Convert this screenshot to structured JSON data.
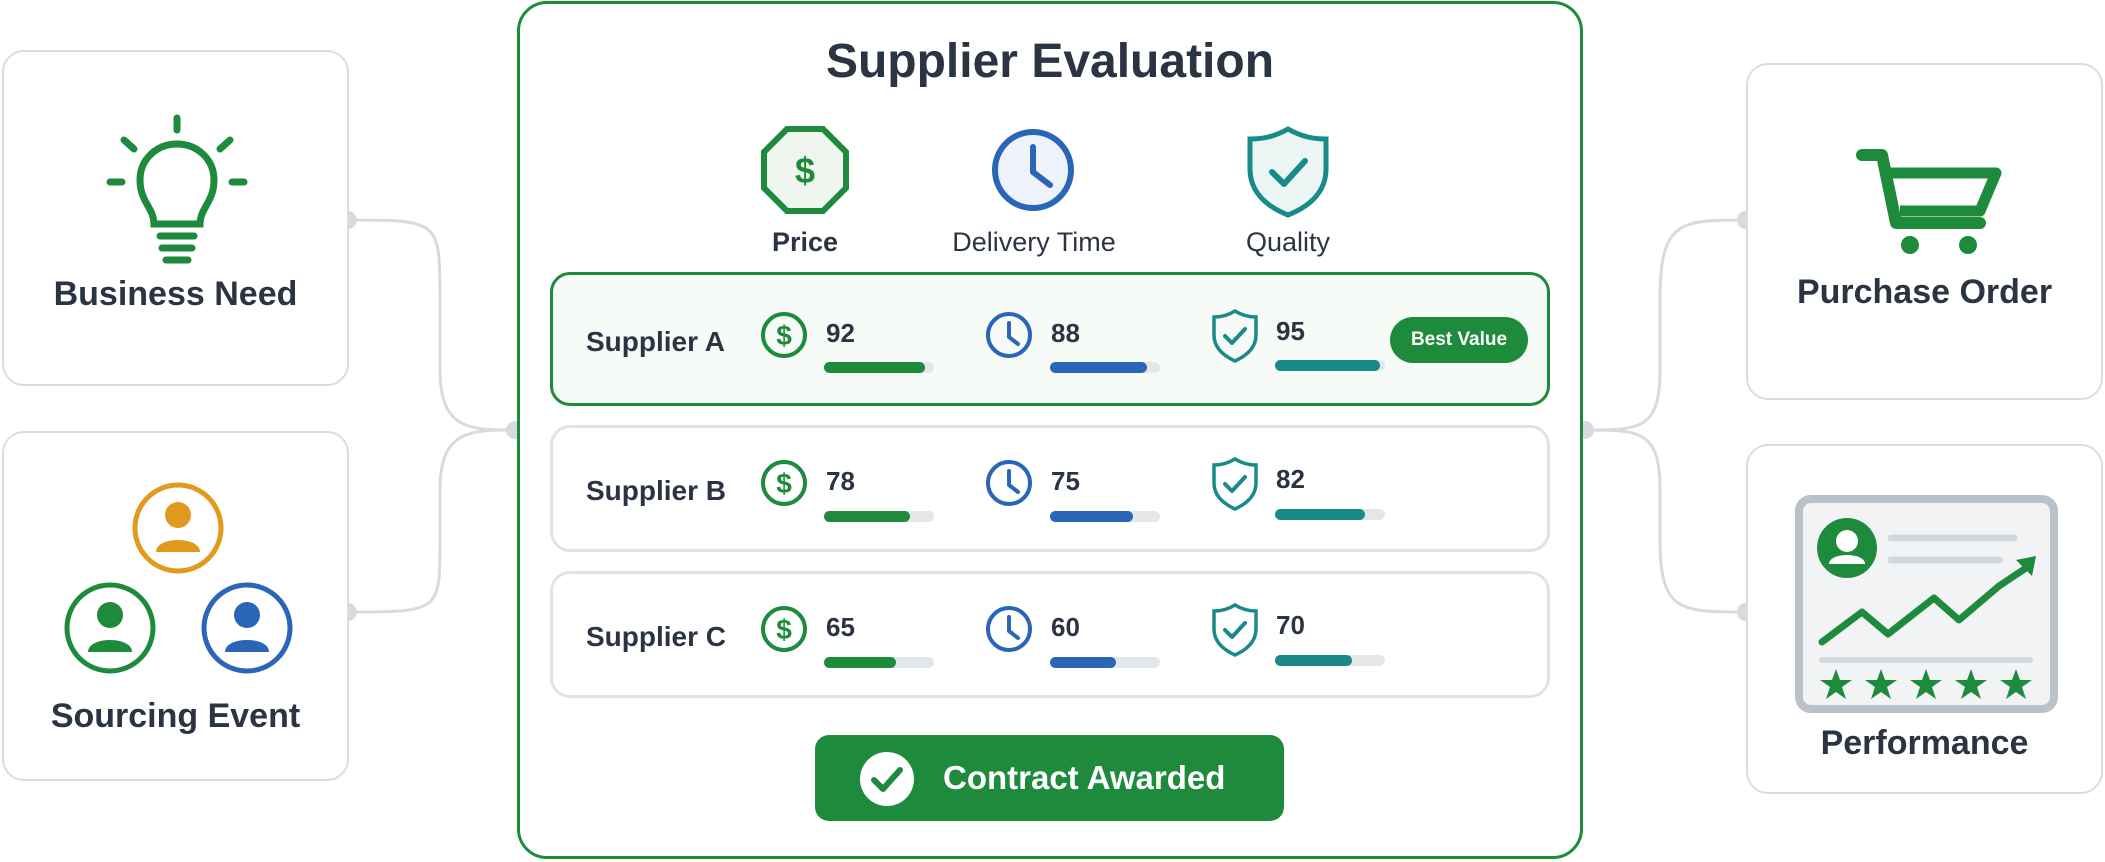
{
  "left_cards": [
    {
      "label": "Business Need",
      "icon": "lightbulb-icon"
    },
    {
      "label": "Sourcing Event",
      "icon": "team-icon"
    }
  ],
  "evaluation": {
    "title": "Supplier Evaluation",
    "criteria": [
      {
        "label": "Price",
        "icon": "dollar-octagon-icon"
      },
      {
        "label": "Delivery Time",
        "icon": "clock-icon"
      },
      {
        "label": "Quality",
        "icon": "shield-check-icon"
      }
    ],
    "suppliers": [
      {
        "name": "Supplier A",
        "price": "92",
        "delivery": "88",
        "quality": "95",
        "badge": "Best Value"
      },
      {
        "name": "Supplier B",
        "price": "78",
        "delivery": "75",
        "quality": "82"
      },
      {
        "name": "Supplier C",
        "price": "65",
        "delivery": "60",
        "quality": "70"
      }
    ],
    "action": {
      "label": "Contract Awarded",
      "icon": "check-circle-icon"
    }
  },
  "right_cards": [
    {
      "label": "Purchase Order",
      "icon": "cart-icon"
    },
    {
      "label": "Performance",
      "icon": "performance-report-icon",
      "rating": 5
    }
  ],
  "colors": {
    "green": "#1e8a3c",
    "blue": "#2a65b8",
    "teal": "#1a8a88",
    "orange": "#e09a1d",
    "gray_border": "#d9dde2",
    "text": "#2b3443"
  }
}
